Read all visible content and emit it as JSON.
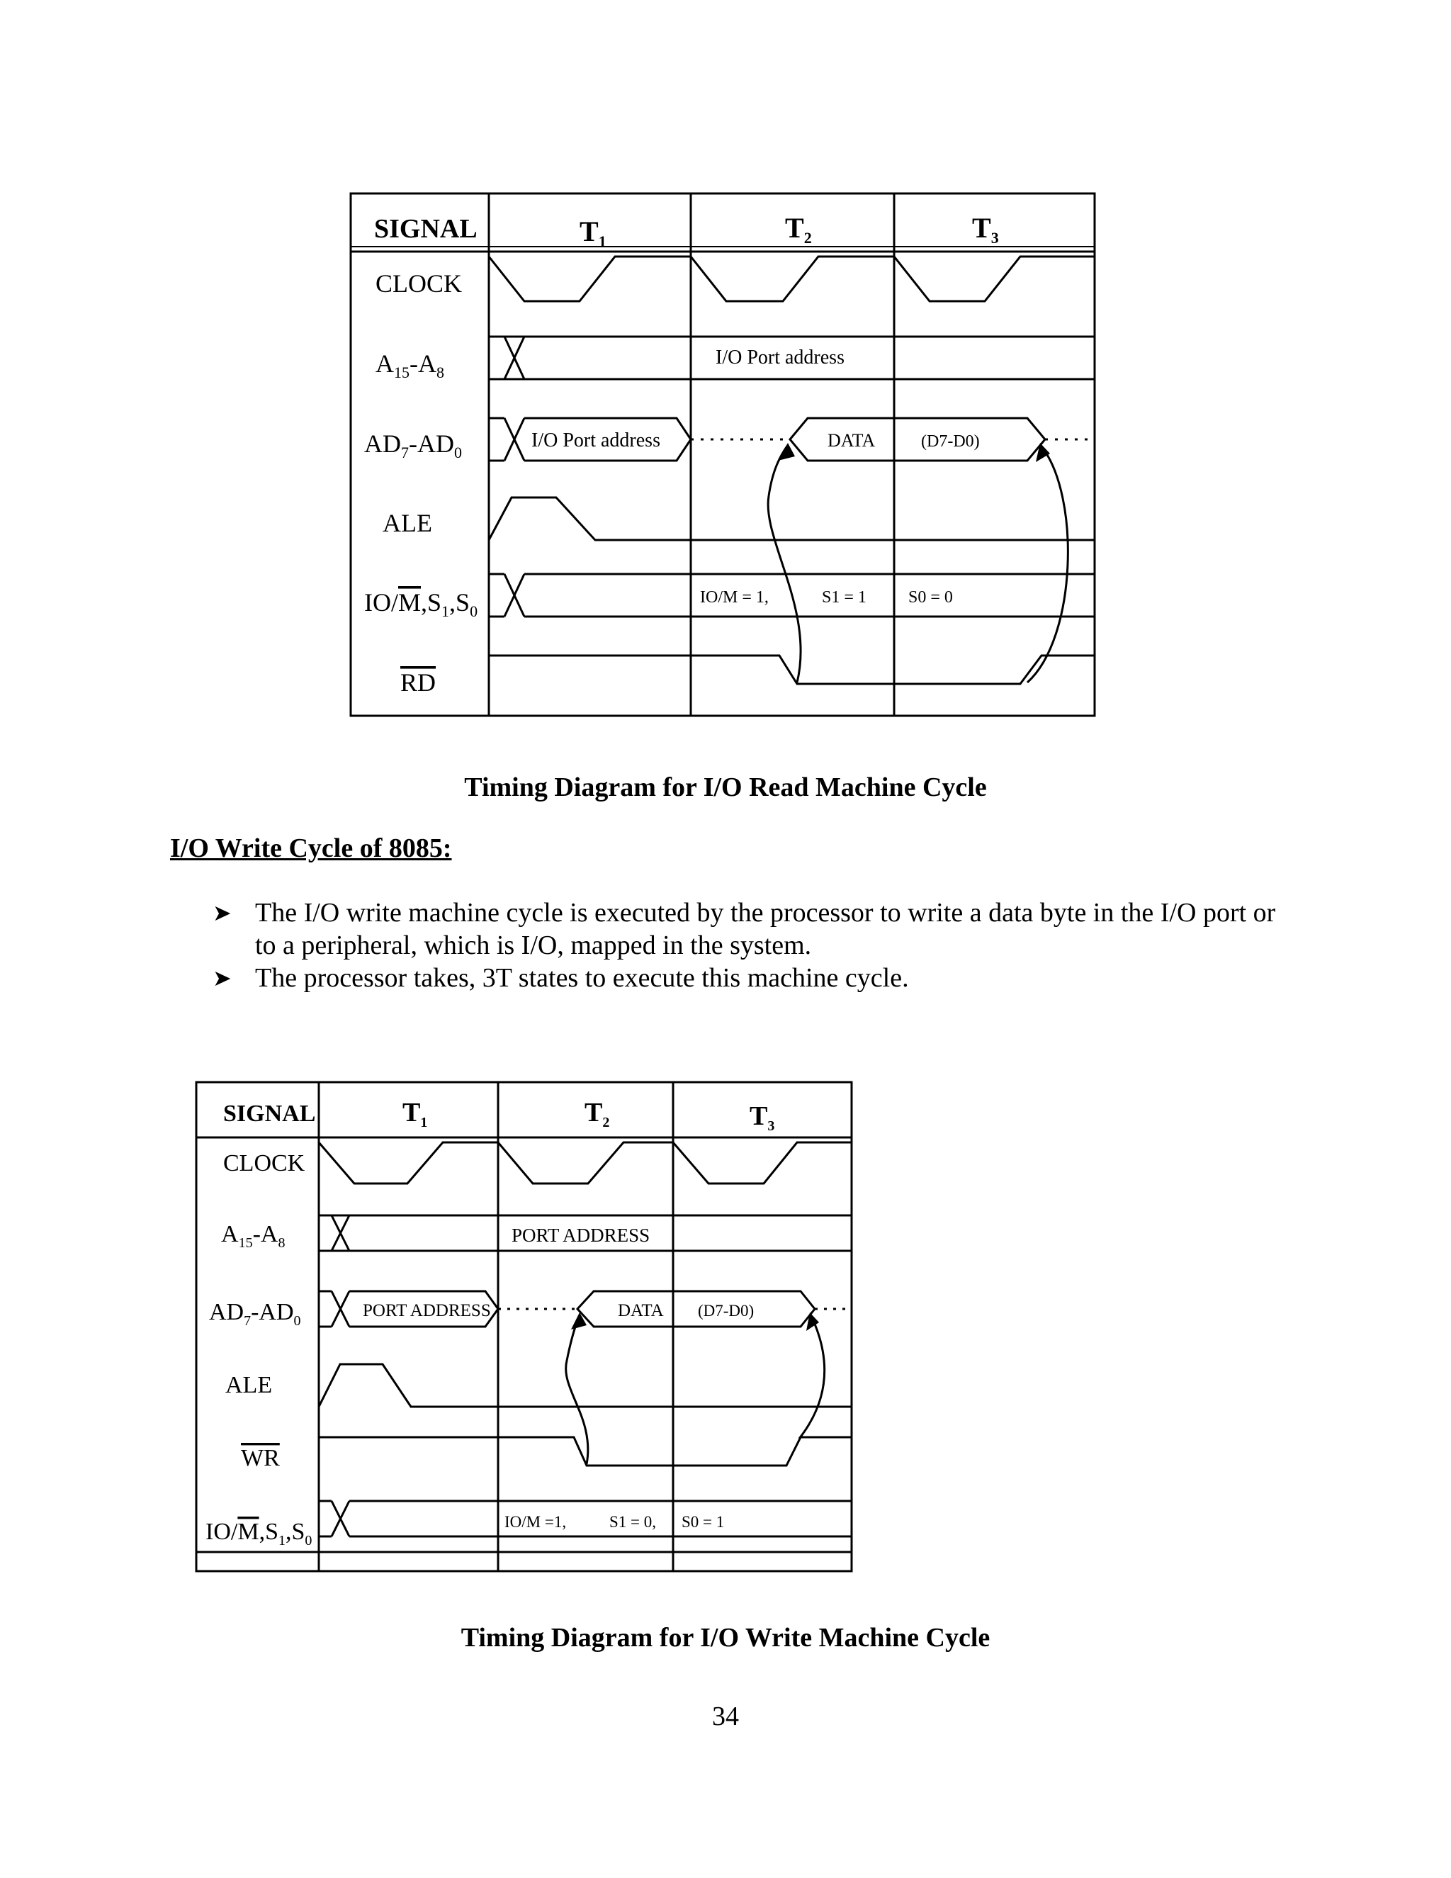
{
  "read_diagram": {
    "header": {
      "signal": "SIGNAL",
      "t1": "T",
      "t1_sub": "1",
      "t2": "T",
      "t2_sub": "2",
      "t3": "T",
      "t3_sub": "3"
    },
    "rows": {
      "clock": "CLOCK",
      "addr_high_a": "A",
      "addr_high_a_sub": "15",
      "addr_high_b": "-A",
      "addr_high_b_sub": "8",
      "addr_low_a": "AD",
      "addr_low_a_sub": "7",
      "addr_low_b": "-AD",
      "addr_low_b_sub": "0",
      "ale": "ALE",
      "status_io": "IO/",
      "status_m": "M",
      "status_s": ",S",
      "status_s1_sub": "1",
      "status_s_b": ",S",
      "status_s0_sub": "0",
      "rd": "RD"
    },
    "labels": {
      "addr_high_value": "I/O Port address",
      "addr_low_value": "I/O Port address",
      "data_value": "DATA",
      "data_range": "(D7-D0)",
      "status_iom": "IO/M = 1,",
      "status_s1": "S1 = 1",
      "status_s0": "S0 = 0"
    }
  },
  "read_caption": "Timing Diagram for I/O Read Machine Cycle",
  "section_heading": "I/O Write Cycle of 8085:",
  "bullets": [
    "The I/O write machine cycle is executed by the processor to write a data byte in the I/O port or to a peripheral, which is I/O, mapped in the system.",
    "The processor takes, 3T states to execute this machine cycle."
  ],
  "bullet_icon": "arrow-bullet-icon",
  "write_diagram": {
    "header": {
      "signal": "SIGNAL",
      "t1": "T",
      "t1_sub": "1",
      "t2": "T",
      "t2_sub": "2",
      "t3": "T",
      "t3_sub": "3"
    },
    "rows": {
      "clock": "CLOCK",
      "addr_high_a": "A",
      "addr_high_a_sub": "15",
      "addr_high_b": "-A",
      "addr_high_b_sub": "8",
      "addr_low_a": "AD",
      "addr_low_a_sub": "7",
      "addr_low_b": "-AD",
      "addr_low_b_sub": "0",
      "ale": "ALE",
      "wr": "WR",
      "status_io": "IO/",
      "status_m": "M",
      "status_s": ",S",
      "status_s1_sub": "1",
      "status_s_b": ",S",
      "status_s0_sub": "0"
    },
    "labels": {
      "addr_high_value": "PORT ADDRESS",
      "addr_low_value": "PORT ADDRESS",
      "data_value": "DATA",
      "data_range": "(D7-D0)",
      "status_iom": "IO/M =1,",
      "status_s1": "S1 = 0,",
      "status_s0": "S0 = 1"
    }
  },
  "write_caption": "Timing Diagram for I/O Write Machine Cycle",
  "page_number": "34"
}
